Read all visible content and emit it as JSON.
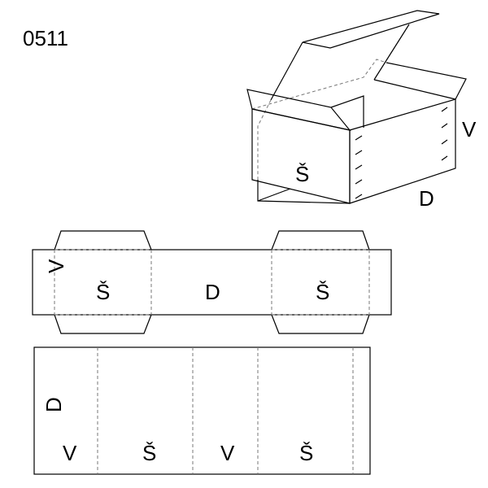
{
  "code": "0511",
  "box_3d": {
    "width_label": "Š",
    "height_label": "V",
    "length_label": "D"
  },
  "net_top": {
    "height_label": "V",
    "labels": [
      "Š",
      "D",
      "Š"
    ]
  },
  "net_bottom": {
    "length_label": "D",
    "labels": [
      "V",
      "Š",
      "V",
      "Š"
    ]
  }
}
